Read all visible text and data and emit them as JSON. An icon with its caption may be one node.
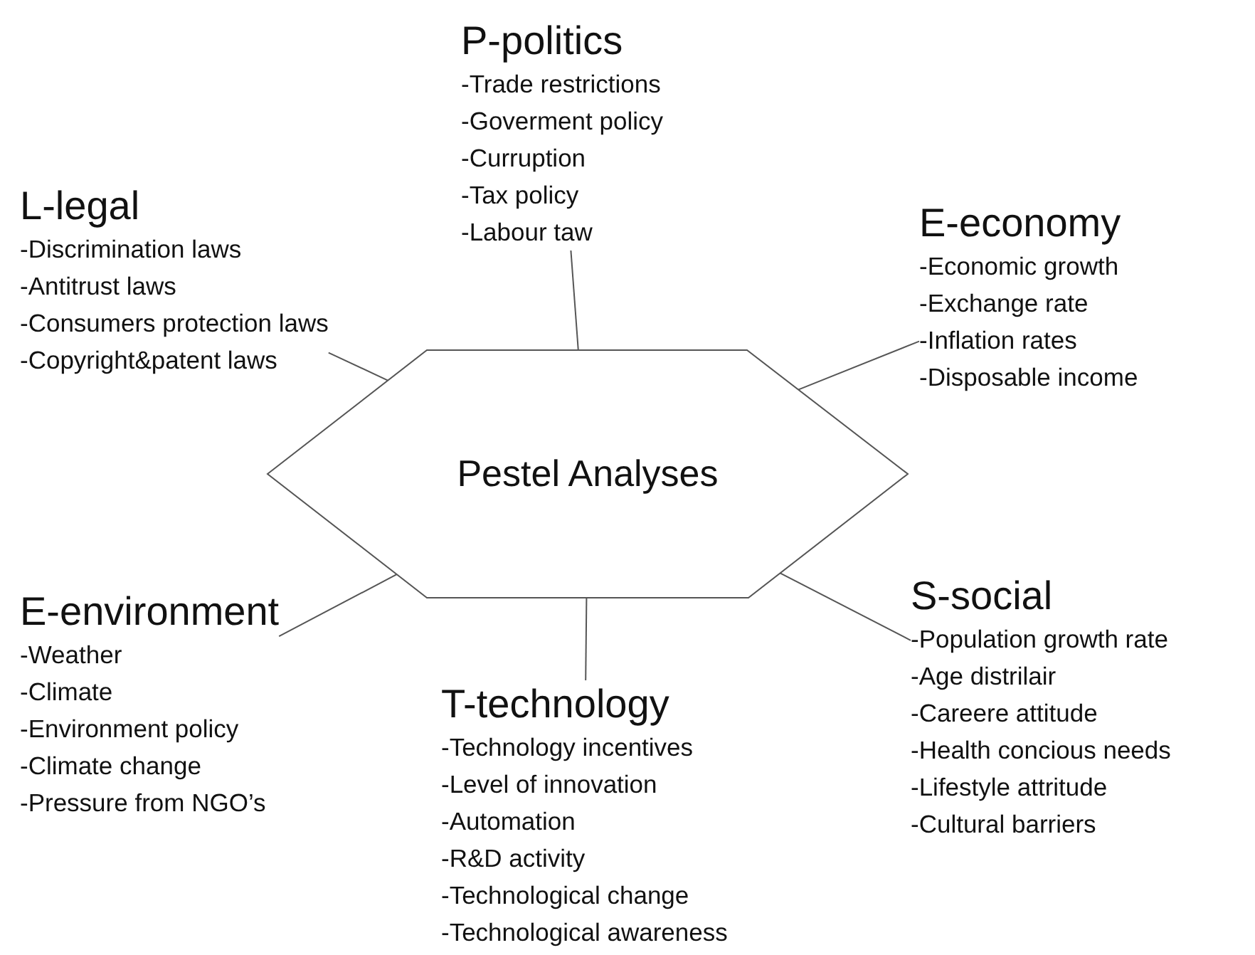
{
  "diagram": {
    "nodes": [
      {
        "text": [
          "P-politics",
          "-Trade restrictions",
          "-Goverment policy",
          "-Curruption",
          "-Tax policy",
          "-Labour taw"
        ]
      },
      {
        "text": [
          "L-legal",
          "-Discrimination laws",
          "-Antitrust laws",
          "-Consumers protection laws",
          "-Copyright&patent laws"
        ]
      },
      {
        "text": [
          "E-economy",
          "-Economic growth",
          "-Exchange rate",
          "-Inflation rates",
          "-Disposable income"
        ]
      },
      {
        "text": [
          "Pestel Analyses"
        ]
      },
      {
        "text": [
          "S-social",
          "-Population growth rate",
          "-Age distrilair",
          "-Careere attitude",
          "-Health concious needs",
          "-Lifestyle attritude",
          "-Cultural barriers"
        ]
      },
      {
        "text": [
          "E-environment",
          "-Weather",
          "-Climate",
          "-Environment policy",
          "-Climate change",
          "-Pressure from NGO’s"
        ]
      },
      {
        "text": [
          "T-technology",
          "-Technology incentives",
          "-Level of innovation",
          "-Automation",
          "-R&D activity",
          "-Technological change",
          "-Technological awareness"
        ]
      }
    ],
    "edges": [
      {
        "from": 3,
        "to": 0,
        "arrow": "none"
      },
      {
        "from": 3,
        "to": 1,
        "arrow": "none"
      },
      {
        "from": 3,
        "to": 2,
        "arrow": "none"
      },
      {
        "from": 3,
        "to": 4,
        "arrow": "none"
      },
      {
        "from": 3,
        "to": 5,
        "arrow": "none"
      },
      {
        "from": 3,
        "to": 6,
        "arrow": "none"
      }
    ]
  }
}
